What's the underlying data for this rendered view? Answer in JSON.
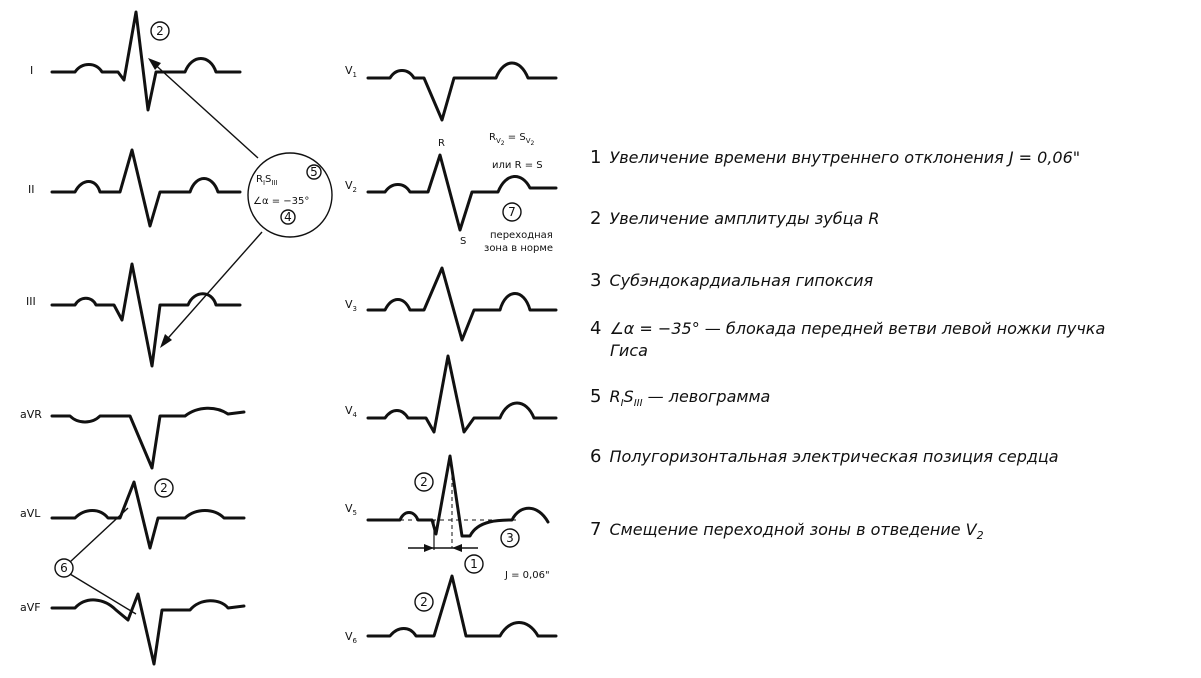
{
  "leads_left": [
    "I",
    "II",
    "III",
    "aVR",
    "aVL",
    "aVF"
  ],
  "leads_right": [
    {
      "base": "V",
      "sub": "1"
    },
    {
      "base": "V",
      "sub": "2"
    },
    {
      "base": "V",
      "sub": "3"
    },
    {
      "base": "V",
      "sub": "4"
    },
    {
      "base": "V",
      "sub": "5"
    },
    {
      "base": "V",
      "sub": "6"
    }
  ],
  "bubble": {
    "r": "R",
    "r_sub": "I",
    "s": "S",
    "s_sub": "III",
    "angle": "∠α = −35°",
    "num_top": "5",
    "num_bottom": "4"
  },
  "v2_note": {
    "r": "R",
    "r_sub": "V",
    "r_sub2": "2",
    "eq": " = ",
    "s": "S",
    "s_sub": "V",
    "s_sub2": "2",
    "line2": "или R = S",
    "r_label": "R",
    "s_label": "S",
    "num": "7",
    "zone_line1": "переходная",
    "zone_line2": "зона в норме"
  },
  "markers": {
    "two": "2",
    "one": "1",
    "three": "3",
    "six": "6",
    "j_label": "J = 0,06\""
  },
  "legend": [
    {
      "n": "1",
      "text": "Увеличение времени внутреннего отклонения J = 0,06\""
    },
    {
      "n": "2",
      "text": "Увеличение амплитуды зубца R"
    },
    {
      "n": "3",
      "text": "Субэндокардиальная гипоксия"
    },
    {
      "n": "4",
      "text": "∠α = −35° — блокада передней ветви левой ножки пучка",
      "line2": "Гиса"
    },
    {
      "n": "5",
      "pre": "R",
      "sub1": "I",
      "mid": "S",
      "sub2": "III",
      "text": " — левограмма"
    },
    {
      "n": "6",
      "text": "Полугоризонтальная электрическая позиция сердца"
    },
    {
      "n": "7",
      "text": "Смещение переходной зоны в отведение V",
      "sub": "2"
    }
  ]
}
